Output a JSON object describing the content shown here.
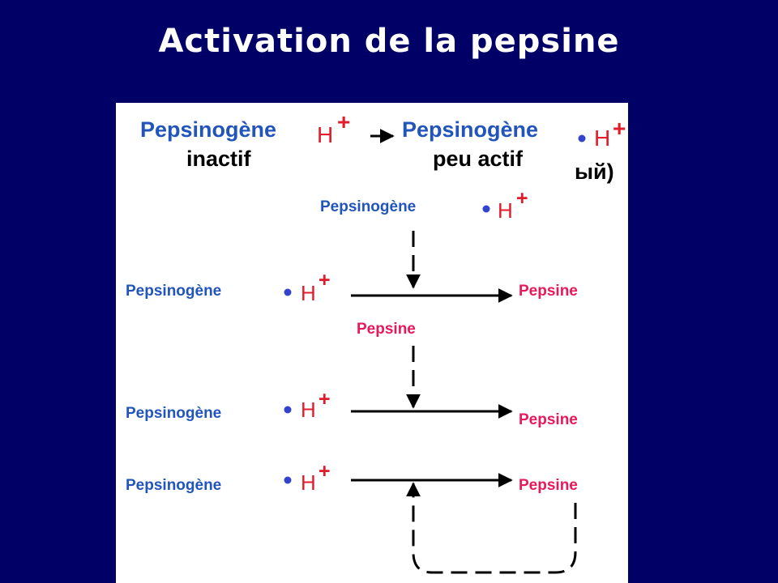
{
  "title": "Activation de la pepsine",
  "top": {
    "left_name": "Pepsinogène",
    "left_state": "inactif",
    "right_name": "Pepsinogène",
    "right_state": "peu actif",
    "residual_text": "ый)"
  },
  "ion": {
    "h": "H",
    "plus": "+"
  },
  "labels": {
    "pepsinogen": "Pepsinogène",
    "pepsin": "Pepsine"
  },
  "colors": {
    "background": "#000066",
    "panel": "#ffffff",
    "pepsinogen_text": "#2255bb",
    "pepsin_text": "#e8195a",
    "ion_h": "#e01b2b",
    "dot": "#3344cc"
  }
}
